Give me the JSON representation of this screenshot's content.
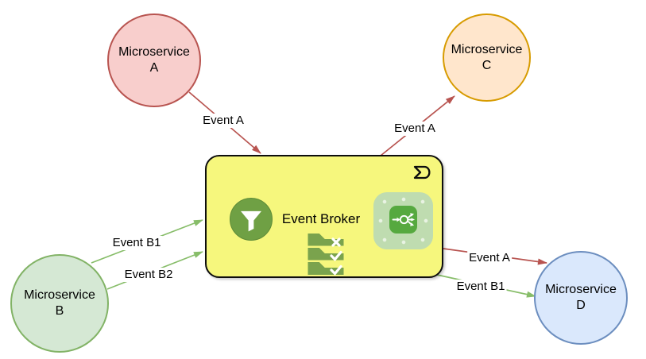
{
  "diagram": {
    "nodes": {
      "microservice_a": {
        "line1": "Microservice",
        "line2": "A",
        "fill": "#f8cecc",
        "stroke": "#b85450"
      },
      "microservice_b": {
        "line1": "Microservice",
        "line2": "B",
        "fill": "#d5e8d4",
        "stroke": "#82b366"
      },
      "microservice_c": {
        "line1": "Microservice",
        "line2": "C",
        "fill": "#ffe6cc",
        "stroke": "#d79b00"
      },
      "microservice_d": {
        "line1": "Microservice",
        "line2": "D",
        "fill": "#dae8fc",
        "stroke": "#6c8ebf"
      }
    },
    "broker": {
      "label": "Event Broker",
      "fill": "#f6f77d",
      "stroke": "#0d0d0d",
      "icons": {
        "filter": {
          "name": "filter-icon",
          "color": "#6fa044"
        },
        "fanout": {
          "name": "fanout-icon",
          "color": "#56a93f",
          "bg": "#bfdcb0"
        },
        "checklist": {
          "name": "checklist-icon",
          "color": "#7aa34d"
        },
        "sigma": {
          "name": "sigma-icon",
          "color": "#0d0d0d"
        }
      }
    },
    "edges": [
      {
        "from": "Microservice A",
        "to": "Event Broker",
        "label": "Event A",
        "color": "#b85450"
      },
      {
        "from": "Event Broker",
        "to": "Microservice C",
        "label": "Event A",
        "color": "#b85450"
      },
      {
        "from": "Microservice B",
        "to": "Event Broker",
        "label": "Event B1",
        "color": "#87bd69"
      },
      {
        "from": "Microservice B",
        "to": "Event Broker",
        "label": "Event B2",
        "color": "#87bd69"
      },
      {
        "from": "Event Broker",
        "to": "Microservice D",
        "label": "Event A",
        "color": "#b85450"
      },
      {
        "from": "Event Broker",
        "to": "Microservice D",
        "label": "Event B1",
        "color": "#87bd69"
      }
    ]
  }
}
